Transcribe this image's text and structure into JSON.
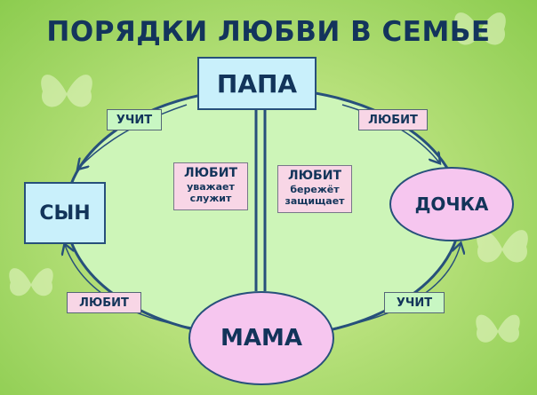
{
  "title": "ПОРЯДКИ ЛЮБВИ В СЕМЬЕ",
  "nodes": {
    "papa": "ПАПА",
    "mama": "МАМА",
    "syn": "СЫН",
    "dochka": "ДОЧКА"
  },
  "edge_labels": {
    "papa_syn": "УЧИТ",
    "papa_dochka": "ЛЮБИТ",
    "mama_syn": "ЛЮБИТ",
    "mama_dochka": "УЧИТ"
  },
  "papa_to_mama": {
    "main": "ЛЮБИТ",
    "line1": "уважает",
    "line2": "служит"
  },
  "mama_to_papa": {
    "main": "ЛЮБИТ",
    "line1": "бережёт",
    "line2": "защищает"
  },
  "colors": {
    "background": "#b6e07a",
    "ellipse_fill": "#cdf5b8",
    "dark_blue": "#27507b",
    "blue_box": "#c9f0fb",
    "pink_oval": "#f6c6ef",
    "green_tag": "#c8f7c3",
    "pink_tag": "#f8d6e6"
  }
}
